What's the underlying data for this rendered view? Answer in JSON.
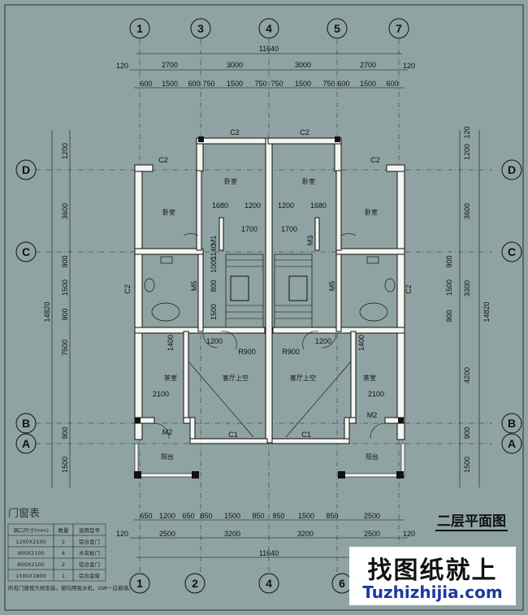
{
  "title": "二层平面图",
  "watermark": {
    "cn": "找图纸就上",
    "en": "Tuzhizhijia.com"
  },
  "axes": {
    "top": [
      "1",
      "3",
      "4",
      "5",
      "7"
    ],
    "bottom": [
      "1",
      "2",
      "4",
      "6"
    ],
    "left": [
      "D",
      "C",
      "B",
      "A"
    ],
    "right": [
      "D",
      "C",
      "B",
      "A"
    ]
  },
  "dims": {
    "top_total": "11640",
    "top_row2": [
      "120",
      "2700",
      "3000",
      "3000",
      "2700",
      "120"
    ],
    "top_row3": [
      "600",
      "1500",
      "600",
      "750",
      "1500",
      "750",
      "750",
      "1500",
      "750",
      "600",
      "1500",
      "600"
    ],
    "bottom_row1": [
      "650",
      "1200",
      "650",
      "850",
      "1500",
      "850",
      "850",
      "1500",
      "850",
      "2500"
    ],
    "bottom_row2": [
      "120",
      "2500",
      "3200",
      "3200",
      "2500",
      "120"
    ],
    "bottom_total": "11640",
    "left_outer": [
      "1200",
      "3600",
      "900",
      "1500",
      "900",
      "7500",
      "900",
      "1500"
    ],
    "left_total": "14820",
    "right_outer": [
      "120",
      "1200",
      "3600",
      "900",
      "1500",
      "900",
      "3300",
      "4200",
      "900",
      "1500"
    ],
    "right_total": "14820",
    "interior": [
      "1680",
      "1200",
      "1200",
      "1680",
      "1700",
      "1700",
      "1140",
      "1000",
      "800",
      "1500",
      "1200",
      "1200",
      "1400",
      "1400",
      "2100",
      "2100",
      "R900",
      "R900"
    ]
  },
  "rooms": {
    "bedroom": "卧室",
    "tea_room": "茶室",
    "living_void": "客厅上空",
    "balcony": "阳台"
  },
  "tags": {
    "c2": "C2",
    "c1": "C1",
    "m1": "M1",
    "m2": "M2",
    "m3": "M3",
    "m5": "M5"
  },
  "schedule": {
    "title": "门窗表",
    "headers": [
      "洞口尺寸(mm)",
      "数量",
      "选用型号"
    ],
    "rows": [
      [
        "1200X2100",
        "2",
        "铝合金门"
      ],
      [
        "900X2100",
        "4",
        "木夹板门"
      ],
      [
        "800X2100",
        "2",
        "铝合金门"
      ],
      [
        "1500X1800",
        "1",
        "铝合金窗"
      ]
    ],
    "note": "所有门窗按大样安装，窗均用吸水机，OW一白玻璃。"
  }
}
